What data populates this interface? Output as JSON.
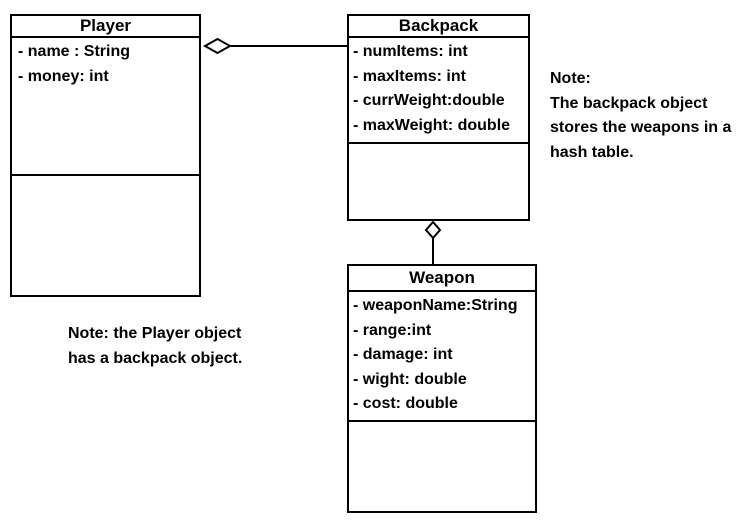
{
  "classes": {
    "player": {
      "name": "Player",
      "attributes": [
        "- name : String",
        "- money: int"
      ],
      "methods": []
    },
    "backpack": {
      "name": "Backpack",
      "attributes": [
        "- numItems: int",
        "- maxItems: int",
        "- currWeight:double",
        "- maxWeight: double"
      ],
      "methods": []
    },
    "weapon": {
      "name": "Weapon",
      "attributes": [
        "- weaponName:String",
        "- range:int",
        "- damage: int",
        "- wight: double",
        "- cost: double"
      ],
      "methods": []
    }
  },
  "relationships": [
    {
      "type": "aggregation",
      "whole": "Player",
      "part": "Backpack"
    },
    {
      "type": "aggregation",
      "whole": "Backpack",
      "part": "Weapon"
    }
  ],
  "notes": {
    "player_note": [
      "Note: the Player object",
      "has a backpack object."
    ],
    "backpack_note": [
      "Note:",
      "The backpack object",
      "stores the weapons in a",
      "hash table."
    ]
  }
}
